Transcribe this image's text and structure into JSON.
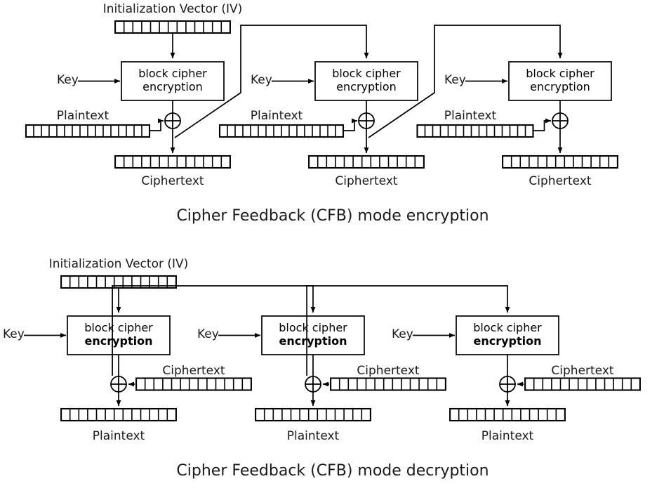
{
  "figure": {
    "title_top": "Cipher Feedback (CFB) mode encryption",
    "title_bottom": "Cipher Feedback (CFB) mode decryption",
    "stroke_color": "#000000",
    "text_color": "#1a1a1a",
    "background": "#ffffff"
  },
  "labels": {
    "iv": "Initialization Vector (IV)",
    "key": "Key",
    "plaintext": "Plaintext",
    "ciphertext": "Ciphertext",
    "block_cipher": "block cipher",
    "encryption": "encryption"
  },
  "encryption": {
    "caption": "Cipher Feedback (CFB) mode encryption",
    "iv_label": "Initialization Vector (IV)",
    "iv_cells": 13,
    "blocks": [
      {
        "key_label": "Key",
        "cipher_line1": "block cipher",
        "cipher_line2": "encryption",
        "cipher_line2_bold": false,
        "input_label": "Plaintext",
        "input_cells": 16,
        "output_label": "Ciphertext",
        "output_cells": 13
      },
      {
        "key_label": "Key",
        "cipher_line1": "block cipher",
        "cipher_line2": "encryption",
        "cipher_line2_bold": false,
        "input_label": "Plaintext",
        "input_cells": 16,
        "output_label": "Ciphertext",
        "output_cells": 13
      },
      {
        "key_label": "Key",
        "cipher_line1": "block cipher",
        "cipher_line2": "encryption",
        "cipher_line2_bold": false,
        "input_label": "Plaintext",
        "input_cells": 15,
        "output_label": "Ciphertext",
        "output_cells": 13
      }
    ]
  },
  "decryption": {
    "caption": "Cipher Feedback (CFB) mode decryption",
    "iv_label": "Initialization Vector (IV)",
    "iv_cells": 13,
    "blocks": [
      {
        "key_label": "Key",
        "cipher_line1": "block cipher",
        "cipher_line2": "encryption",
        "cipher_line2_bold": true,
        "input_label": "Ciphertext",
        "input_cells": 13,
        "output_label": "Plaintext",
        "output_cells": 13
      },
      {
        "key_label": "Key",
        "cipher_line1": "block cipher",
        "cipher_line2": "encryption",
        "cipher_line2_bold": true,
        "input_label": "Ciphertext",
        "input_cells": 13,
        "output_label": "Plaintext",
        "output_cells": 13
      },
      {
        "key_label": "Key",
        "cipher_line1": "block cipher",
        "cipher_line2": "encryption",
        "cipher_line2_bold": true,
        "input_label": "Ciphertext",
        "input_cells": 13,
        "output_label": "Plaintext",
        "output_cells": 13
      }
    ]
  }
}
